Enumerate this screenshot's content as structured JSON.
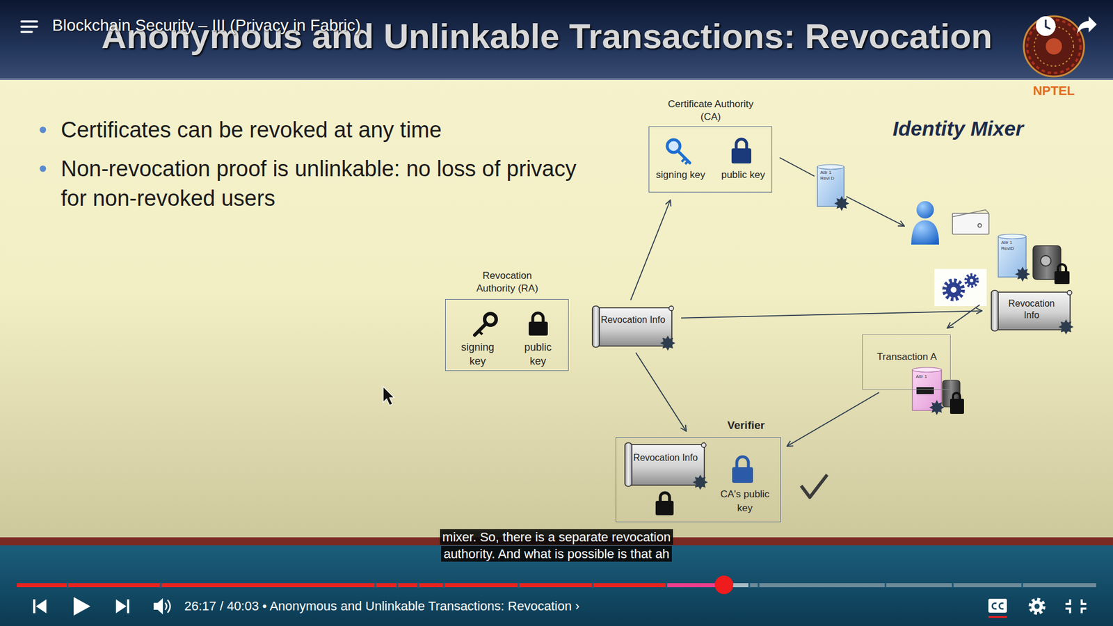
{
  "diagram": {
    "title": "Anonymous and Unlinkable Transactions: Revocation",
    "nodes": [
      {
        "text": [
          "Certificate Authority (CA)",
          "signing key",
          "public key"
        ]
      },
      {
        "text": [
          "Revocation Authority (RA)",
          "signing key",
          "public key"
        ]
      },
      {
        "text": [
          "Revocation Info"
        ]
      },
      {
        "text": [
          "Revocation Info"
        ]
      },
      {
        "text": [
          "Transaction A"
        ]
      },
      {
        "text": [
          "Verifier",
          "CA's public key"
        ]
      },
      {
        "text": [
          "Revocation Info"
        ],
        "in": 5
      }
    ],
    "edges": [
      {
        "from": 2,
        "to": 0,
        "arrow": "to"
      },
      {
        "from": 2,
        "to": 3,
        "arrow": "to"
      },
      {
        "from": 2,
        "to": 5,
        "arrow": "to"
      },
      {
        "from": 4,
        "to": 5,
        "arrow": "to"
      }
    ],
    "labels": [
      "Blockchain Security – III (Privacy in Fabric)",
      "NPTEL",
      "Certificates can be revoked at any time",
      "Non-revocation proof is unlinkable: no loss of privacy for non-revoked users",
      "Identity Mixer",
      "Attr 1 Revi D",
      "Attr 1 RevID",
      "Attr 1",
      "mixer. So, there is a separate revocation authority. And what is possible is that ah",
      "26:17 / 40:03 • Anonymous and Unlinkable Transactions: Revocation ›"
    ]
  }
}
